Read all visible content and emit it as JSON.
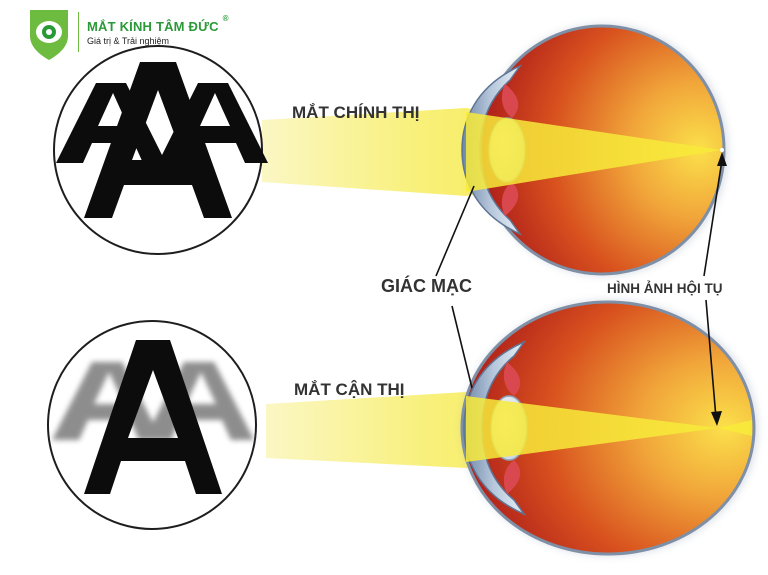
{
  "brand": {
    "name": "MẮT KÍNH TÂM ĐỨC",
    "registered": "®",
    "tagline": "Giá trị & Trải nghiệm",
    "logo_icon": "eye-shield-logo",
    "color": "#2a9a38"
  },
  "labels": {
    "normal_eye": "MẮT CHÍNH THỊ",
    "myopic_eye": "MẮT CẬN THỊ",
    "cornea": "GIÁC MẠC",
    "focus_point": "HÌNH ẢNH HỘI TỤ"
  },
  "panels": [
    {
      "chart_letter": "A",
      "letter_count": 3,
      "state": "sharp"
    },
    {
      "chart_letter": "A",
      "letter_count": 3,
      "state": "blurred"
    }
  ],
  "colors": {
    "eyeball_red": "#c0211c",
    "eyeball_yellow": "#f5c83a",
    "light_beam": "#f6ee57",
    "sclera_blue": "#8fa6c0"
  }
}
